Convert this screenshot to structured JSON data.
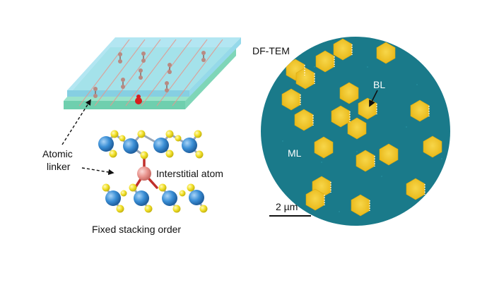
{
  "schematic": {
    "linker_label_line1": "Atomic",
    "linker_label_line2": "linker",
    "interstitial_label": "Interstitial atom",
    "caption": "Fixed stacking order",
    "colors": {
      "layer_top": "#a6e2f0",
      "layer_bottom": "#8fe0c4",
      "metal_atom": "#3b8fd6",
      "chalcogen_atom": "#f2e12a",
      "interstitial_atom": "#e8928c",
      "linker_marker": "#d81e1e"
    }
  },
  "micrograph": {
    "title": "DF-TEM",
    "bilayer_label": "BL",
    "monolayer_label": "ML",
    "scale_bar_label": "2 µm",
    "colors": {
      "background": "#1a7a8a",
      "flake": "#f2c21f",
      "edge_dots": "#ffffff"
    }
  }
}
